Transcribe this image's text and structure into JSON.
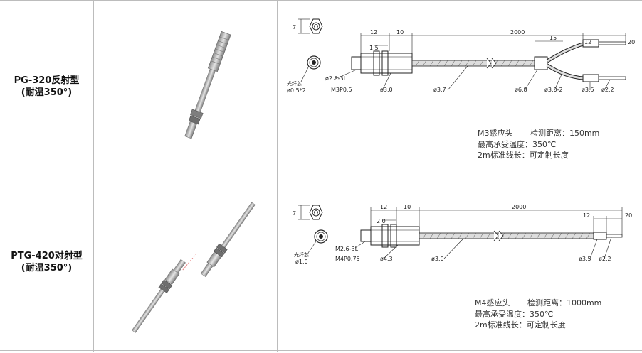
{
  "rows": [
    {
      "model": "PG-320反射型",
      "temp": "(耐温350°)",
      "dims": {
        "hex_height": "7",
        "fiber_label": "光纤芯",
        "fiber_dia": "ø0.5*2",
        "d12": "12",
        "d10": "10",
        "d1_5": "1.5",
        "d2000": "2000",
        "d15": "15",
        "d12b": "12",
        "d20": "20",
        "tol": "ø2.6-3L",
        "thread": "M3P0.5",
        "d3_0": "ø3.0",
        "d3_7": "ø3.7",
        "d6_8": "ø6.8",
        "d3_0_2": "ø3.0-2",
        "d3_5": "ø3.5",
        "d2_2": "ø2.2"
      },
      "spec_line1": "M3感应头       检测距离：150mm",
      "spec_line2": "最高承受温度：350℃",
      "spec_line3": "2m标准线长：可定制长度"
    },
    {
      "model": "PTG-420对射型",
      "temp": "(耐温350°)",
      "dims": {
        "hex_height": "7",
        "fiber_label": "光纤芯",
        "fiber_dia": "ø1.0",
        "d12": "12",
        "d10": "10",
        "d2_0": "2.0",
        "d2000": "2000",
        "d12b": "12",
        "d20": "20",
        "tol": "M2.6-3L",
        "thread": "M4P0.75",
        "d4_3": "ø4.3",
        "d3_0": "ø3.0",
        "d3_5": "ø3.5",
        "d2_2": "ø2.2"
      },
      "spec_line1": "M4感应头       检测距离：1000mm",
      "spec_line2": "最高承受温度：350℃",
      "spec_line3": "2m标准线长：可定制长度"
    }
  ]
}
